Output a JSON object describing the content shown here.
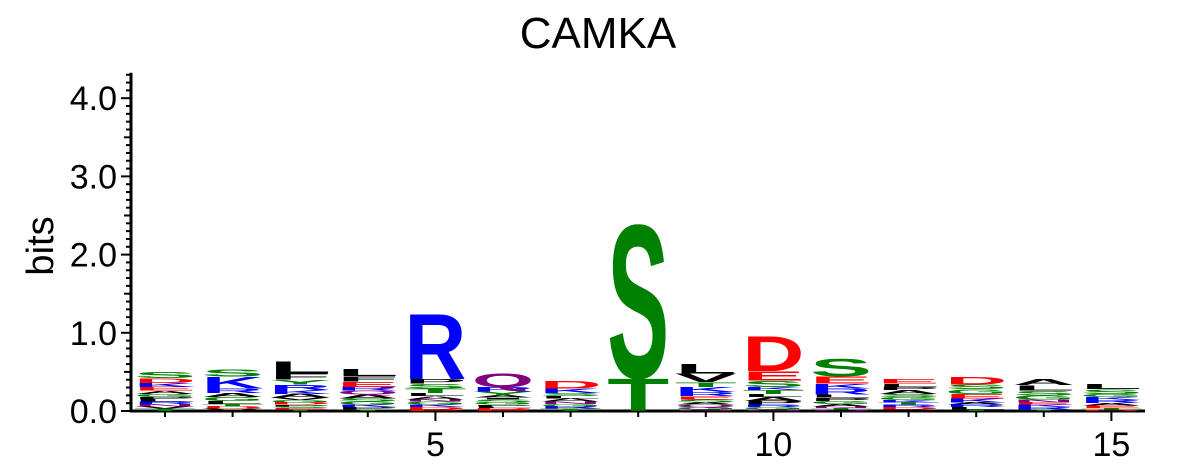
{
  "chart_data": {
    "type": "sequence-logo",
    "title": "CAMKA",
    "ylabel": "bits",
    "xlabel": "",
    "ylim": [
      0,
      4.3
    ],
    "y_ticks": [
      "0.0",
      "1.0",
      "2.0",
      "3.0",
      "4.0"
    ],
    "x_ticks": [
      "5",
      "10",
      "15"
    ],
    "positions": [
      1,
      2,
      3,
      4,
      5,
      6,
      7,
      8,
      9,
      10,
      11,
      12,
      13,
      14,
      15
    ],
    "colors": {
      "G": "#008000",
      "S": "#008000",
      "T": "#008000",
      "Y": "#008000",
      "C": "#008000",
      "K": "#0000ff",
      "R": "#0000ff",
      "H": "#0000ff",
      "D": "#ff0000",
      "E": "#ff0000",
      "N": "#800080",
      "Q": "#800080",
      "A": "#000000",
      "V": "#000000",
      "L": "#000000",
      "I": "#000000",
      "P": "#000000",
      "W": "#000000",
      "F": "#000000",
      "M": "#000000"
    },
    "stacks": [
      {
        "position": 1,
        "letters": [
          [
            "T",
            0.03
          ],
          [
            "V",
            0.03
          ],
          [
            "N",
            0.03
          ],
          [
            "R",
            0.03
          ],
          [
            "L",
            0.03
          ],
          [
            "P",
            0.03
          ],
          [
            "G",
            0.04
          ],
          [
            "A",
            0.04
          ],
          [
            "E",
            0.05
          ],
          [
            "K",
            0.05
          ],
          [
            "D",
            0.06
          ],
          [
            "S",
            0.08
          ]
        ]
      },
      {
        "position": 2,
        "letters": [
          [
            "V",
            0.03
          ],
          [
            "D",
            0.03
          ],
          [
            "T",
            0.03
          ],
          [
            "L",
            0.04
          ],
          [
            "G",
            0.05
          ],
          [
            "A",
            0.05
          ],
          [
            "R",
            0.06
          ],
          [
            "K",
            0.15
          ],
          [
            "S",
            0.09
          ]
        ]
      },
      {
        "position": 3,
        "letters": [
          [
            "T",
            0.02
          ],
          [
            "E",
            0.02
          ],
          [
            "S",
            0.02
          ],
          [
            "P",
            0.02
          ],
          [
            "D",
            0.03
          ],
          [
            "G",
            0.03
          ],
          [
            "V",
            0.03
          ],
          [
            "A",
            0.05
          ],
          [
            "K",
            0.05
          ],
          [
            "R",
            0.07
          ],
          [
            "Y",
            0.06
          ],
          [
            "F",
            0.08
          ],
          [
            "L",
            0.16
          ]
        ]
      },
      {
        "position": 4,
        "letters": [
          [
            "T",
            0.02
          ],
          [
            "P",
            0.03
          ],
          [
            "K",
            0.03
          ],
          [
            "G",
            0.04
          ],
          [
            "S",
            0.04
          ],
          [
            "A",
            0.05
          ],
          [
            "Q",
            0.05
          ],
          [
            "R",
            0.05
          ],
          [
            "E",
            0.07
          ],
          [
            "F",
            0.07
          ],
          [
            "L",
            0.09
          ]
        ]
      },
      {
        "position": 5,
        "letters": [
          [
            "E",
            0.02
          ],
          [
            "D",
            0.03
          ],
          [
            "K",
            0.03
          ],
          [
            "G",
            0.04
          ],
          [
            "N",
            0.03
          ],
          [
            "A",
            0.04
          ],
          [
            "L",
            0.04
          ],
          [
            "T",
            0.06
          ],
          [
            "S",
            0.06
          ],
          [
            "P",
            0.06
          ],
          [
            "R",
            0.86
          ]
        ]
      },
      {
        "position": 6,
        "letters": [
          [
            "E",
            0.02
          ],
          [
            "D",
            0.02
          ],
          [
            "L",
            0.02
          ],
          [
            "P",
            0.02
          ],
          [
            "G",
            0.03
          ],
          [
            "S",
            0.04
          ],
          [
            "I",
            0.02
          ],
          [
            "A",
            0.03
          ],
          [
            "Y",
            0.05
          ],
          [
            "R",
            0.06
          ],
          [
            "Q",
            0.18
          ]
        ]
      },
      {
        "position": 7,
        "letters": [
          [
            "T",
            0.03
          ],
          [
            "R",
            0.03
          ],
          [
            "G",
            0.03
          ],
          [
            "N",
            0.03
          ],
          [
            "A",
            0.04
          ],
          [
            "L",
            0.03
          ],
          [
            "S",
            0.04
          ],
          [
            "K",
            0.06
          ],
          [
            "D",
            0.1
          ]
        ]
      },
      {
        "position": 8,
        "letters": [
          [
            "T",
            0.43
          ],
          [
            "S",
            2.02
          ]
        ]
      },
      {
        "position": 9,
        "letters": [
          [
            "N",
            0.02
          ],
          [
            "G",
            0.03
          ],
          [
            "Q",
            0.03
          ],
          [
            "A",
            0.03
          ],
          [
            "S",
            0.04
          ],
          [
            "E",
            0.04
          ],
          [
            "R",
            0.05
          ],
          [
            "K",
            0.07
          ],
          [
            "T",
            0.06
          ],
          [
            "V",
            0.11
          ],
          [
            "L",
            0.13
          ]
        ]
      },
      {
        "position": 10,
        "letters": [
          [
            "N",
            0.02
          ],
          [
            "G",
            0.03
          ],
          [
            "R",
            0.03
          ],
          [
            "P",
            0.05
          ],
          [
            "A",
            0.05
          ],
          [
            "L",
            0.04
          ],
          [
            "T",
            0.05
          ],
          [
            "K",
            0.04
          ],
          [
            "S",
            0.08
          ],
          [
            "E",
            0.12
          ],
          [
            "D",
            0.46
          ]
        ]
      },
      {
        "position": 11,
        "letters": [
          [
            "Q",
            0.02
          ],
          [
            "T",
            0.02
          ],
          [
            "N",
            0.02
          ],
          [
            "A",
            0.03
          ],
          [
            "G",
            0.04
          ],
          [
            "P",
            0.04
          ],
          [
            "L",
            0.04
          ],
          [
            "R",
            0.08
          ],
          [
            "K",
            0.06
          ],
          [
            "E",
            0.09
          ],
          [
            "S",
            0.23
          ]
        ]
      },
      {
        "position": 12,
        "letters": [
          [
            "V",
            0.02
          ],
          [
            "D",
            0.03
          ],
          [
            "R",
            0.03
          ],
          [
            "T",
            0.03
          ],
          [
            "K",
            0.03
          ],
          [
            "G",
            0.04
          ],
          [
            "S",
            0.04
          ],
          [
            "A",
            0.05
          ],
          [
            "P",
            0.04
          ],
          [
            "L",
            0.04
          ],
          [
            "E",
            0.06
          ]
        ]
      },
      {
        "position": 13,
        "letters": [
          [
            "T",
            0.02
          ],
          [
            "L",
            0.03
          ],
          [
            "R",
            0.03
          ],
          [
            "A",
            0.03
          ],
          [
            "K",
            0.05
          ],
          [
            "E",
            0.06
          ],
          [
            "G",
            0.06
          ],
          [
            "S",
            0.06
          ],
          [
            "D",
            0.1
          ]
        ]
      },
      {
        "position": 14,
        "letters": [
          [
            "T",
            0.02
          ],
          [
            "R",
            0.03
          ],
          [
            "K",
            0.03
          ],
          [
            "E",
            0.03
          ],
          [
            "N",
            0.04
          ],
          [
            "G",
            0.05
          ],
          [
            "S",
            0.06
          ],
          [
            "L",
            0.07
          ],
          [
            "A",
            0.08
          ]
        ]
      },
      {
        "position": 15,
        "letters": [
          [
            "D",
            0.02
          ],
          [
            "T",
            0.02
          ],
          [
            "E",
            0.03
          ],
          [
            "A",
            0.03
          ],
          [
            "R",
            0.04
          ],
          [
            "K",
            0.04
          ],
          [
            "G",
            0.04
          ],
          [
            "S",
            0.06
          ],
          [
            "L",
            0.07
          ]
        ]
      }
    ]
  }
}
